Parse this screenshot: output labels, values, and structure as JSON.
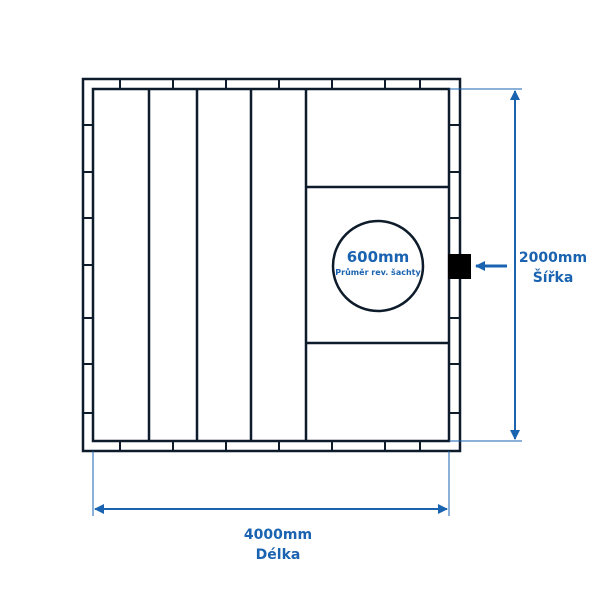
{
  "colors": {
    "outline": "#0d1b2a",
    "dimension": "#1a63b0",
    "background": "#ffffff"
  },
  "inspection_opening": {
    "diameter_label": "600mm",
    "caption": "Průměr rev. šachty"
  },
  "width_dimension": {
    "value_label": "2000mm",
    "name_label": "Šířka"
  },
  "length_dimension": {
    "value_label": "4000mm",
    "name_label": "Délka"
  }
}
